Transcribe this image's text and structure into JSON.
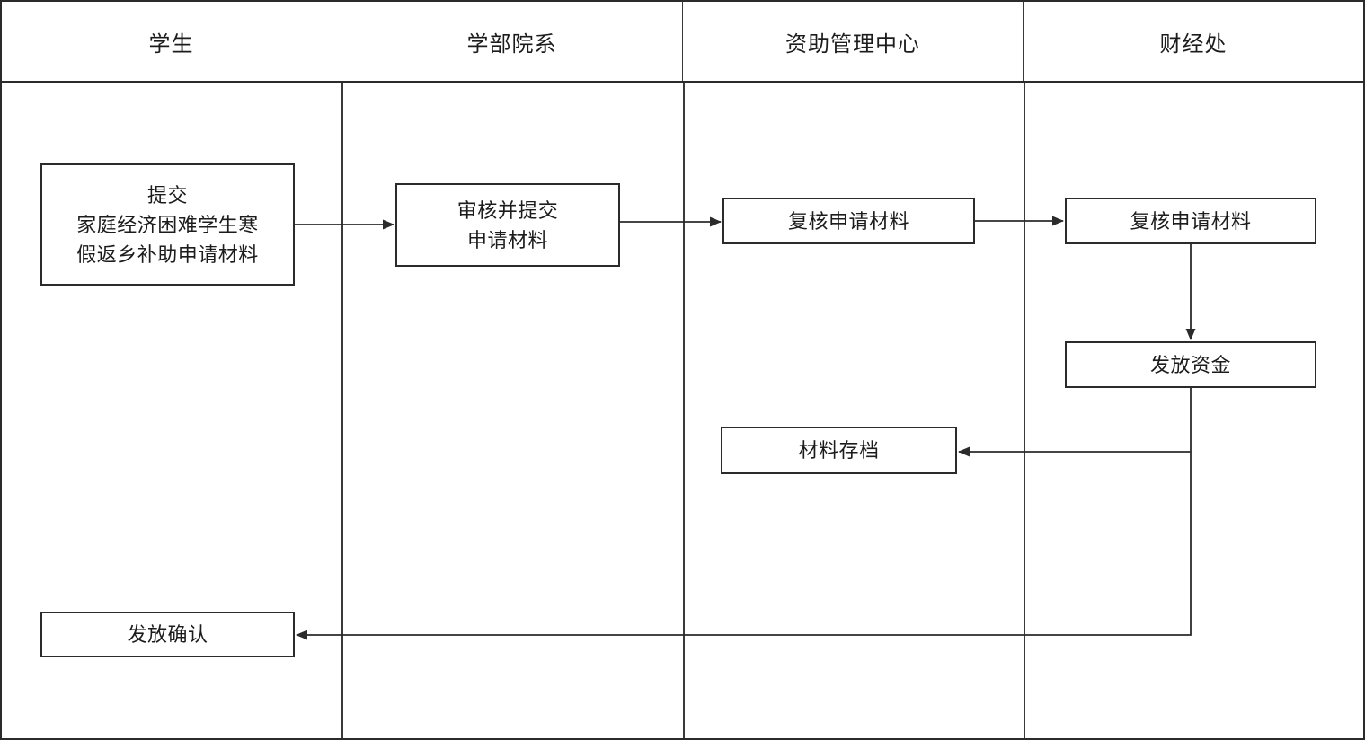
{
  "diagram": {
    "type": "swimlane-flowchart",
    "lanes": [
      {
        "title": "学生"
      },
      {
        "title": "学部院系"
      },
      {
        "title": "资助管理中心"
      },
      {
        "title": "财经处"
      }
    ],
    "nodes": {
      "submit": {
        "label": "提交\n家庭经济困难学生寒\n假返乡补助申请材料",
        "lane": "学生"
      },
      "review_submit": {
        "label": "审核并提交\n申请材料",
        "lane": "学部院系"
      },
      "recheck_center": {
        "label": "复核申请材料",
        "lane": "资助管理中心"
      },
      "recheck_finance": {
        "label": "复核申请材料",
        "lane": "财经处"
      },
      "disburse_funds": {
        "label": "发放资金",
        "lane": "财经处"
      },
      "archive": {
        "label": "材料存档",
        "lane": "资助管理中心"
      },
      "confirm": {
        "label": "发放确认",
        "lane": "学生"
      }
    },
    "edges": [
      {
        "from": "submit",
        "to": "review_submit"
      },
      {
        "from": "review_submit",
        "to": "recheck_center"
      },
      {
        "from": "recheck_center",
        "to": "recheck_finance"
      },
      {
        "from": "recheck_finance",
        "to": "disburse_funds"
      },
      {
        "from": "disburse_funds",
        "to": "archive"
      },
      {
        "from": "disburse_funds",
        "to": "confirm"
      }
    ],
    "colors": {
      "line": "#2b2b2b",
      "text": "#1c1c1c",
      "background": "#ffffff"
    }
  }
}
